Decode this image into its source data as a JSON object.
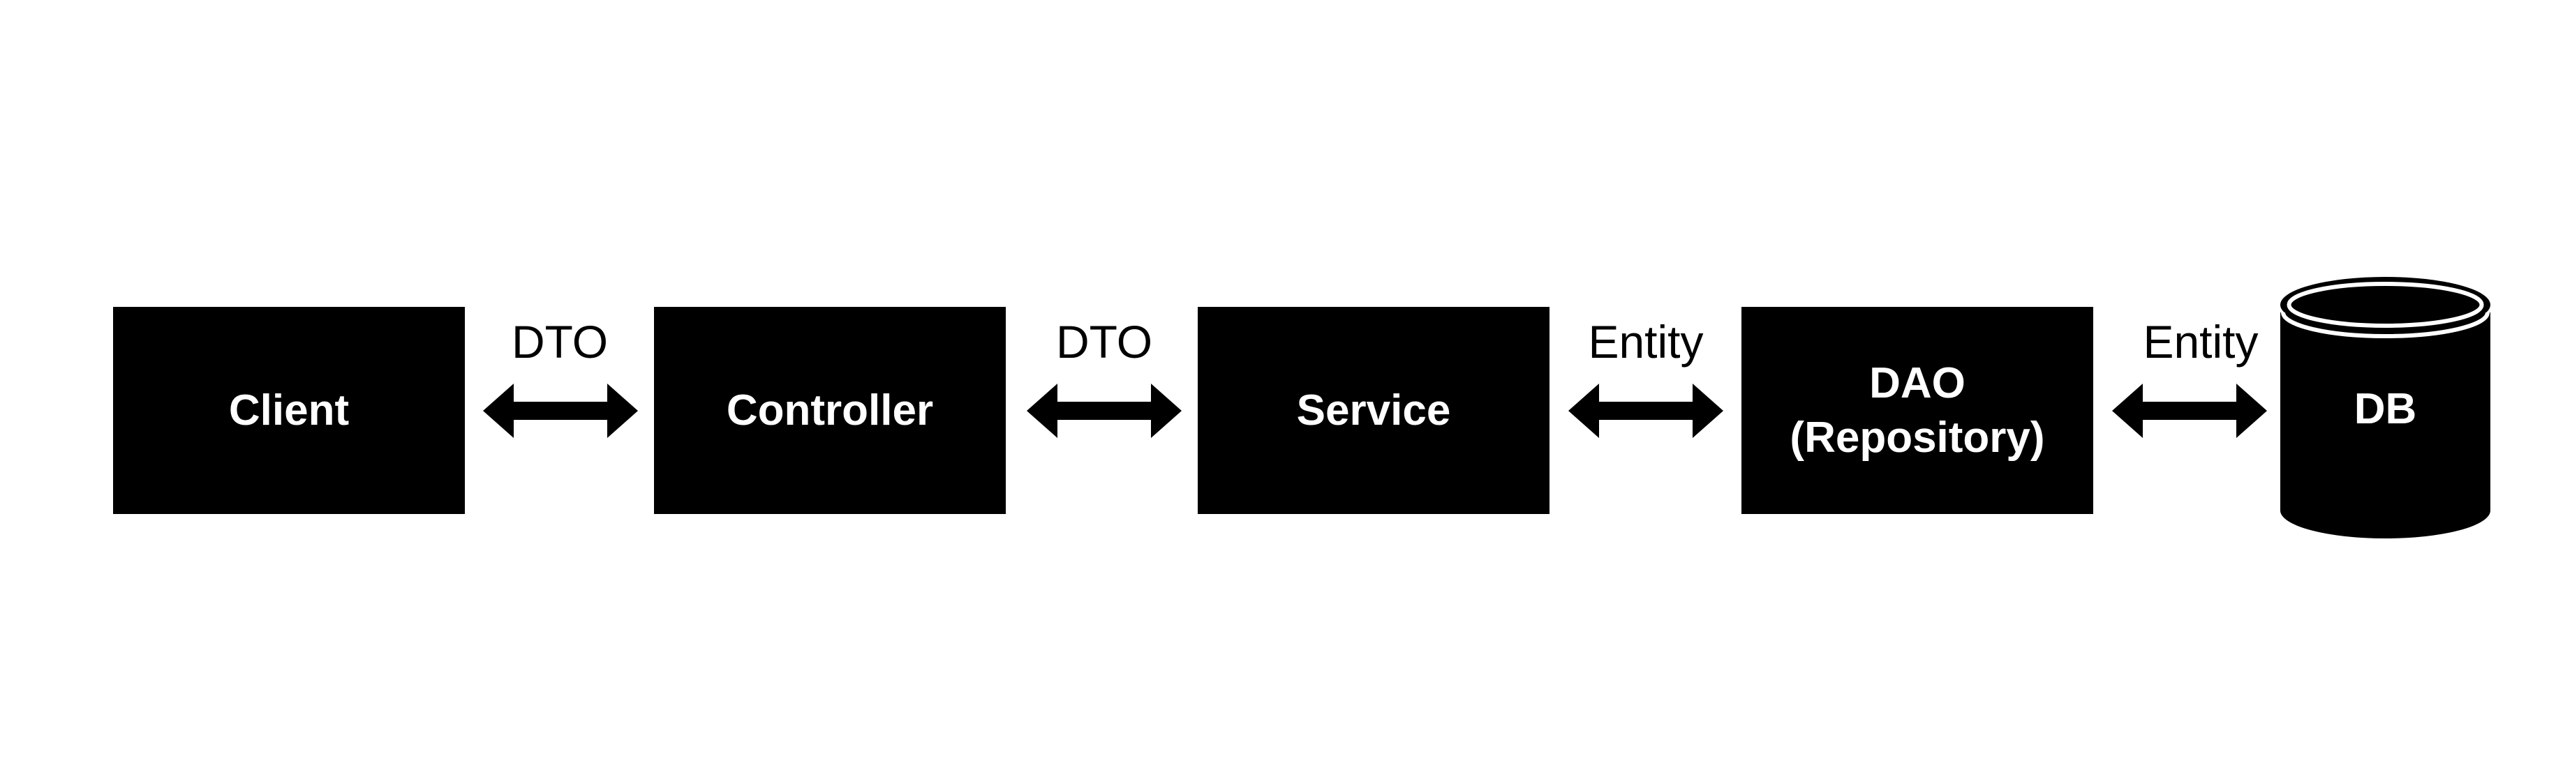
{
  "diagram": {
    "nodes": [
      {
        "id": "client",
        "label": "Client"
      },
      {
        "id": "controller",
        "label": "Controller"
      },
      {
        "id": "service",
        "label": "Service"
      },
      {
        "id": "dao",
        "label_line1": "DAO",
        "label_line2": "(Repository)"
      },
      {
        "id": "db",
        "label": "DB"
      }
    ],
    "edges": [
      {
        "from": "client",
        "to": "controller",
        "label": "DTO"
      },
      {
        "from": "controller",
        "to": "service",
        "label": "DTO"
      },
      {
        "from": "service",
        "to": "dao",
        "label": "Entity"
      },
      {
        "from": "dao",
        "to": "db",
        "label": "Entity"
      }
    ],
    "colors": {
      "box_fill": "#000000",
      "box_text": "#ffffff",
      "background": "#ffffff",
      "arrow": "#000000"
    }
  }
}
